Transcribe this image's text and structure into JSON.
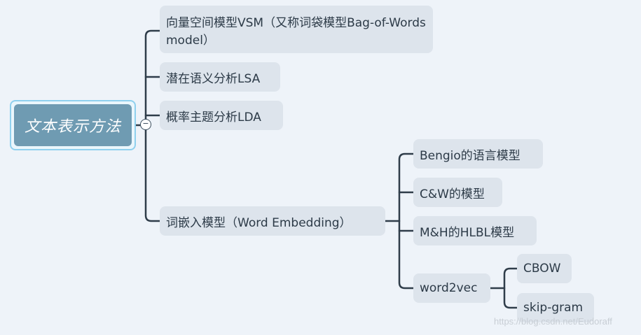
{
  "mindmap": {
    "root": "文本表示方法",
    "collapse_symbol": "−",
    "branches": {
      "vsm": "向量空间模型VSM（又称词袋模型Bag-of-Words model）",
      "lsa": "潜在语义分析LSA",
      "lda": "概率主题分析LDA",
      "embedding": "词嵌入模型（Word Embedding）"
    },
    "embedding_children": {
      "bengio": "Bengio的语言模型",
      "cw": "C&W的模型",
      "mh": "M&H的HLBL模型",
      "word2vec": "word2vec"
    },
    "word2vec_children": {
      "cbow": "CBOW",
      "skipgram": "skip-gram"
    }
  },
  "watermark": "https://blog.csdn.net/Eudoraff",
  "colors": {
    "background": "#eef3f9",
    "root_fill": "#6f9bb2",
    "root_border": "#8fd0ee",
    "node_fill": "#dde4ec",
    "line": "#2f3d4a",
    "text": "#2c3a47"
  }
}
